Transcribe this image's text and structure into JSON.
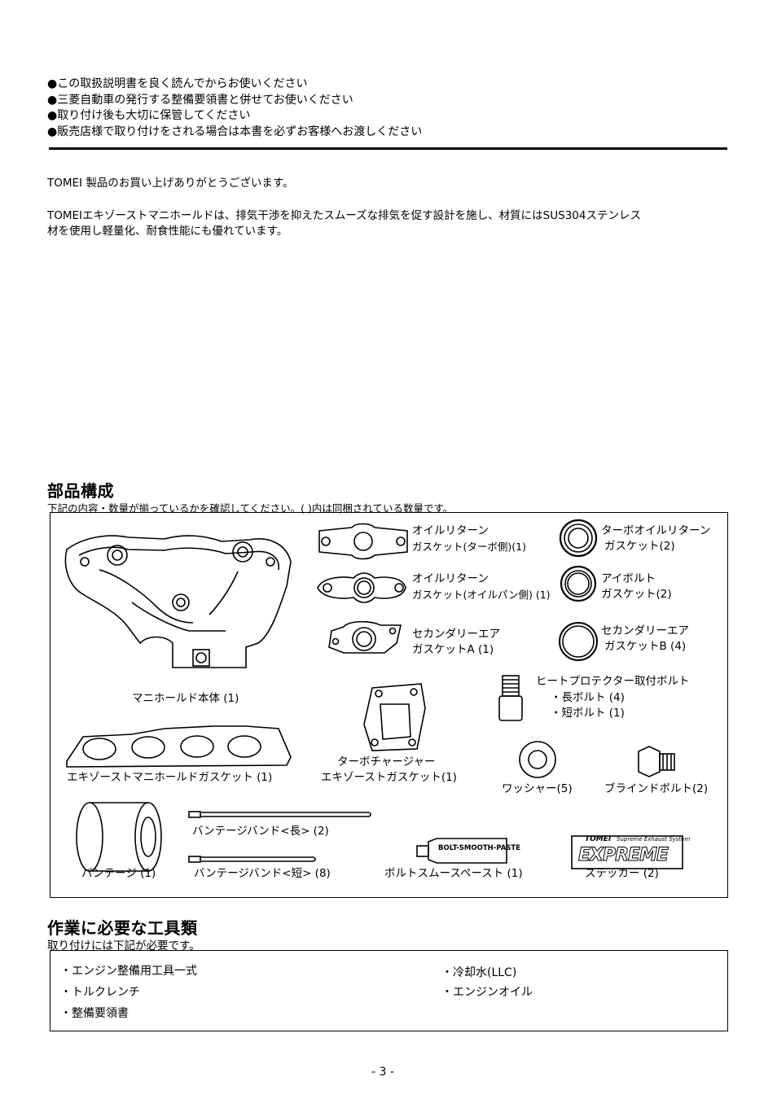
{
  "notices": [
    "●この取扱説明書を良く読んでからお使いください",
    "●三菱自動車の発行する整備要領書と併せてお使いください",
    "●取り付け後も大切に保管してください",
    "●販売店様で取り付けをされる場合は本書を必ずお客様へお渡しください"
  ],
  "intro": {
    "thanks": "TOMEI 製品のお買い上げありがとうございます。",
    "desc_line1": "TOMEIエキゾーストマニホールドは、排気干渉を抑えたスムーズな排気を促す設計を施し、材質にはSUS304ステンレス",
    "desc_line2": "材を使用し軽量化、耐食性能にも優れています。"
  },
  "parts": {
    "heading": "部品構成",
    "subheading": "下記の内容・数量が揃っているかを確認してください。( )内は同梱されている数量です。",
    "items": {
      "manifold": "マニホールド本体 (1)",
      "oil_return_turbo_1": "オイルリターン",
      "oil_return_turbo_2": "ガスケット(ターボ側)(1)",
      "oil_return_pan_1": "オイルリターン",
      "oil_return_pan_2": "ガスケット(オイルパン側) (1)",
      "secondary_a_1": "セカンダリーエア",
      "secondary_a_2": "ガスケットA (1)",
      "turbo_oil_ring_1": "ターボオイルリターン",
      "turbo_oil_ring_2": "ガスケット(2)",
      "eyebolt_1": "アイボルト",
      "eyebolt_2": "ガスケット(2)",
      "secondary_b_1": "セカンダリーエア",
      "secondary_b_2": "ガスケットB (4)",
      "heat_bolt_1": "ヒートプロテクター取付ボルト",
      "heat_bolt_2": "・長ボルト (4)",
      "heat_bolt_3": "・短ボルト (1)",
      "manifold_gasket": "エキゾーストマニホールドガスケット (1)",
      "turbo_gasket_1": "ターボチャージャー",
      "turbo_gasket_2": "エキゾーストガスケット(1)",
      "washer": "ワッシャー(5)",
      "blind_bolt": "ブラインドボルト(2)",
      "band_long": "バンテージバンド<長> (2)",
      "bandage": "バンテージ (1)",
      "band_short": "バンテージバンド<短> (8)",
      "paste": "ボルトスムースペースト (1)",
      "sticker": "ステッカー (2)"
    },
    "paste_tube_text": "BOLT-SMOOTH-PASTE",
    "sticker_brand": "TOMEI",
    "sticker_tagline": "Supreme Exhaust System",
    "sticker_logo": "EXPREME"
  },
  "tools": {
    "heading": "作業に必要な工具類",
    "subheading": "取り付けには下記が必要です。",
    "left": [
      "・エンジン整備用工具一式",
      "・トルクレンチ",
      "・整備要領書"
    ],
    "right": [
      "・冷却水(LLC)",
      "・エンジンオイル"
    ]
  },
  "page_number": "- 3 -"
}
